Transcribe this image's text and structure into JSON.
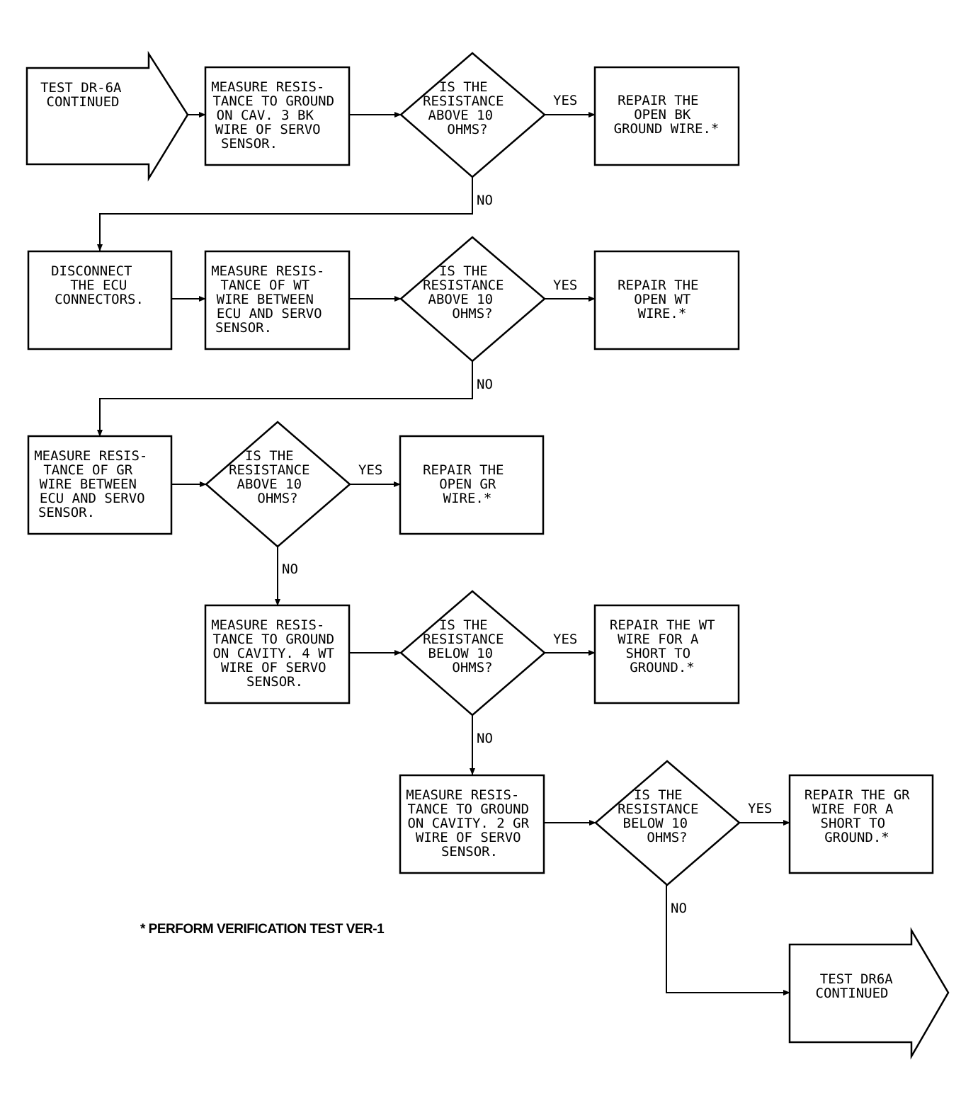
{
  "colors": {
    "line": "#000000",
    "background": "#ffffff"
  },
  "nodes": {
    "start": {
      "kind": "arrow",
      "lines": [
        "TEST DR-6A",
        "CONTINUED"
      ]
    },
    "m1": {
      "kind": "process",
      "lines": [
        "MEASURE RESIS-",
        "TANCE TO GROUND",
        "ON CAV. 3 BK",
        "WIRE OF SERVO",
        "SENSOR."
      ]
    },
    "d1": {
      "kind": "decision",
      "lines": [
        "IS THE",
        "RESISTANCE",
        "ABOVE 10",
        "OHMS?"
      ]
    },
    "r1": {
      "kind": "process",
      "lines": [
        "REPAIR THE",
        "OPEN BK",
        "GROUND WIRE.*"
      ]
    },
    "disc": {
      "kind": "process",
      "lines": [
        "DISCONNECT",
        "THE ECU",
        "CONNECTORS."
      ]
    },
    "m2": {
      "kind": "process",
      "lines": [
        "MEASURE RESIS-",
        "TANCE OF WT",
        "WIRE BETWEEN",
        "ECU AND SERVO",
        "SENSOR."
      ]
    },
    "d2": {
      "kind": "decision",
      "lines": [
        "IS THE",
        "RESISTANCE",
        "ABOVE 10",
        "OHMS?"
      ]
    },
    "r2": {
      "kind": "process",
      "lines": [
        "REPAIR THE",
        "OPEN WT",
        "WIRE.*"
      ]
    },
    "m3": {
      "kind": "process",
      "lines": [
        "MEASURE RESIS-",
        "TANCE OF GR",
        "WIRE BETWEEN",
        "ECU AND SERVO",
        "SENSOR."
      ]
    },
    "d3": {
      "kind": "decision",
      "lines": [
        "IS THE",
        "RESISTANCE",
        "ABOVE 10",
        "OHMS?"
      ]
    },
    "r3": {
      "kind": "process",
      "lines": [
        "REPAIR THE",
        "OPEN GR",
        "WIRE.*"
      ]
    },
    "m4": {
      "kind": "process",
      "lines": [
        "MEASURE RESIS-",
        "TANCE TO GROUND",
        "ON CAVITY. 4 WT",
        "WIRE OF SERVO",
        "SENSOR."
      ]
    },
    "d4": {
      "kind": "decision",
      "lines": [
        "IS THE",
        "RESISTANCE",
        "BELOW 10",
        "OHMS?"
      ]
    },
    "r4": {
      "kind": "process",
      "lines": [
        "REPAIR THE WT",
        "WIRE FOR A",
        "SHORT TO",
        "GROUND.*"
      ]
    },
    "m5": {
      "kind": "process",
      "lines": [
        "MEASURE RESIS-",
        "TANCE TO GROUND",
        "ON CAVITY. 2 GR",
        "WIRE OF SERVO",
        "SENSOR."
      ]
    },
    "d5": {
      "kind": "decision",
      "lines": [
        "IS THE",
        "RESISTANCE",
        "BELOW 10",
        "OHMS?"
      ]
    },
    "r5": {
      "kind": "process",
      "lines": [
        "REPAIR THE GR",
        "WIRE FOR A",
        "SHORT TO",
        "GROUND.*"
      ]
    },
    "end": {
      "kind": "arrow",
      "lines": [
        "TEST DR6A",
        "CONTINUED"
      ]
    }
  },
  "edges": [
    {
      "from": "start",
      "to": "m1",
      "label": ""
    },
    {
      "from": "m1",
      "to": "d1",
      "label": ""
    },
    {
      "from": "d1",
      "to": "r1",
      "label": "YES"
    },
    {
      "from": "d1",
      "to": "disc",
      "label": "NO"
    },
    {
      "from": "disc",
      "to": "m2",
      "label": ""
    },
    {
      "from": "m2",
      "to": "d2",
      "label": ""
    },
    {
      "from": "d2",
      "to": "r2",
      "label": "YES"
    },
    {
      "from": "d2",
      "to": "m3",
      "label": "NO"
    },
    {
      "from": "m3",
      "to": "d3",
      "label": ""
    },
    {
      "from": "d3",
      "to": "r3",
      "label": "YES"
    },
    {
      "from": "d3",
      "to": "m4",
      "label": "NO"
    },
    {
      "from": "m4",
      "to": "d4",
      "label": ""
    },
    {
      "from": "d4",
      "to": "r4",
      "label": "YES"
    },
    {
      "from": "d4",
      "to": "m5",
      "label": "NO"
    },
    {
      "from": "m5",
      "to": "d5",
      "label": ""
    },
    {
      "from": "d5",
      "to": "r5",
      "label": "YES"
    },
    {
      "from": "d5",
      "to": "end",
      "label": "NO"
    }
  ],
  "footnote": "* PERFORM VERIFICATION TEST VER-1"
}
